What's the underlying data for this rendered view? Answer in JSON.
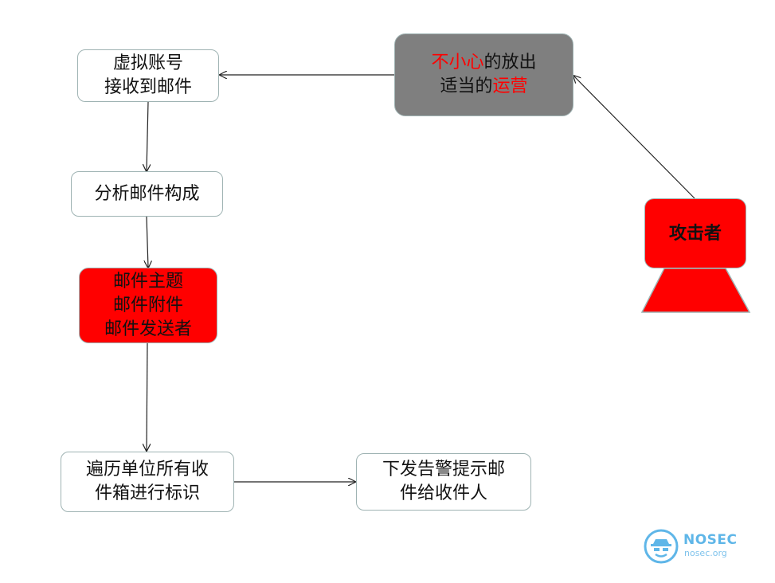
{
  "nodes": {
    "virtual_account": {
      "lines": [
        "虚拟账号",
        "接收到邮件"
      ]
    },
    "release_ops": {
      "line1_hl": "不小心",
      "line1_rest": "的放出",
      "line2_pre": "适当的",
      "line2_hl": "运营"
    },
    "analyze": {
      "lines": [
        "分析邮件构成"
      ]
    },
    "features": {
      "lines": [
        "邮件主题",
        "邮件附件",
        "邮件发送者"
      ]
    },
    "traverse": {
      "lines": [
        "遍历单位所有收",
        "件箱进行标识"
      ]
    },
    "alert": {
      "lines": [
        "下发告警提示邮",
        "件给收件人"
      ]
    },
    "attacker": {
      "label": "攻击者"
    }
  },
  "logo": {
    "title": "NOSEC",
    "subtitle": "nosec.org",
    "color": "#5fb6e8"
  },
  "colors": {
    "red": "#ff0000",
    "grey": "#7f7f7f",
    "border": "#9fb3b3"
  }
}
